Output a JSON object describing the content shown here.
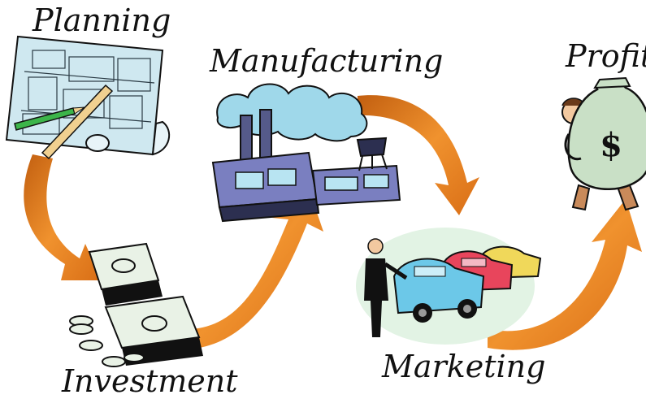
{
  "stages": {
    "planning": "Planning",
    "manufacturing": "Manufacturing",
    "profit": "Profit",
    "investment": "Investment",
    "marketing": "Marketing"
  },
  "icons": {
    "planning": "blueprint-icon",
    "manufacturing": "factory-icon",
    "profit": "money-bag-icon",
    "investment": "cash-stack-icon",
    "marketing": "car-dealer-icon"
  },
  "colors": {
    "arrow": "#e07a20",
    "arrow_dark": "#b85a0c",
    "outline": "#111111",
    "blueprint": "#cfe8f0",
    "factory": "#7a7fc0",
    "money": "#c9e0c6",
    "sky_blue": "#6cc8e8",
    "car_red": "#e8455c",
    "car_yellow": "#f0d85a"
  },
  "symbols": {
    "dollar": "$"
  }
}
